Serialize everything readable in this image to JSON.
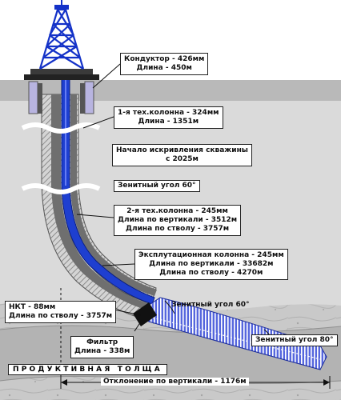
{
  "colors": {
    "sky": "#ffffff",
    "ground_top": "#b8b8b8",
    "ground": "#d9d9d9",
    "rock": "#c8c8c8",
    "reservoir": "#a9a9a9",
    "tubing": "#1e3fd0",
    "derrick": "#1432c8",
    "casing_hatch": "#8a8a8a",
    "conductor": "#b9b4e0"
  },
  "labels": {
    "conductor": {
      "line1": "Кондуктор - 426мм",
      "line2": "Длина - 450м"
    },
    "casing1": {
      "line1": "1-я тех.колонна - 324мм",
      "line2": "Длина - 1351м"
    },
    "kickoff": {
      "line1": "Начало искривления скважины",
      "line2": "с 2025м"
    },
    "zenith60_top": "Зенитный угол 60°",
    "casing2": {
      "line1": "2-я тех.колонна - 245мм",
      "line2": "Длина по вертикали - 3512м",
      "line3": "Длина по стволу - 3757м"
    },
    "production": {
      "line1": "Эксплутационная колонна - 245мм",
      "line2": "Длина по вертикали - 33682м",
      "line3": "Длина по стволу - 4270м"
    },
    "nkt": {
      "line1": "НКТ - 88мм",
      "line2": "Длина по стволу - 3757м"
    },
    "zenith60_bottom": "Зенитный угол 60°",
    "filter": {
      "line1": "Фильтр",
      "line2": "Длина - 338м"
    },
    "zenith80": "Зенитный угол 80°",
    "productive_zone": "ПРОДУКТИВНАЯ ТОЛЩА",
    "deviation": "Отклонение по вертикали - 1176м"
  }
}
